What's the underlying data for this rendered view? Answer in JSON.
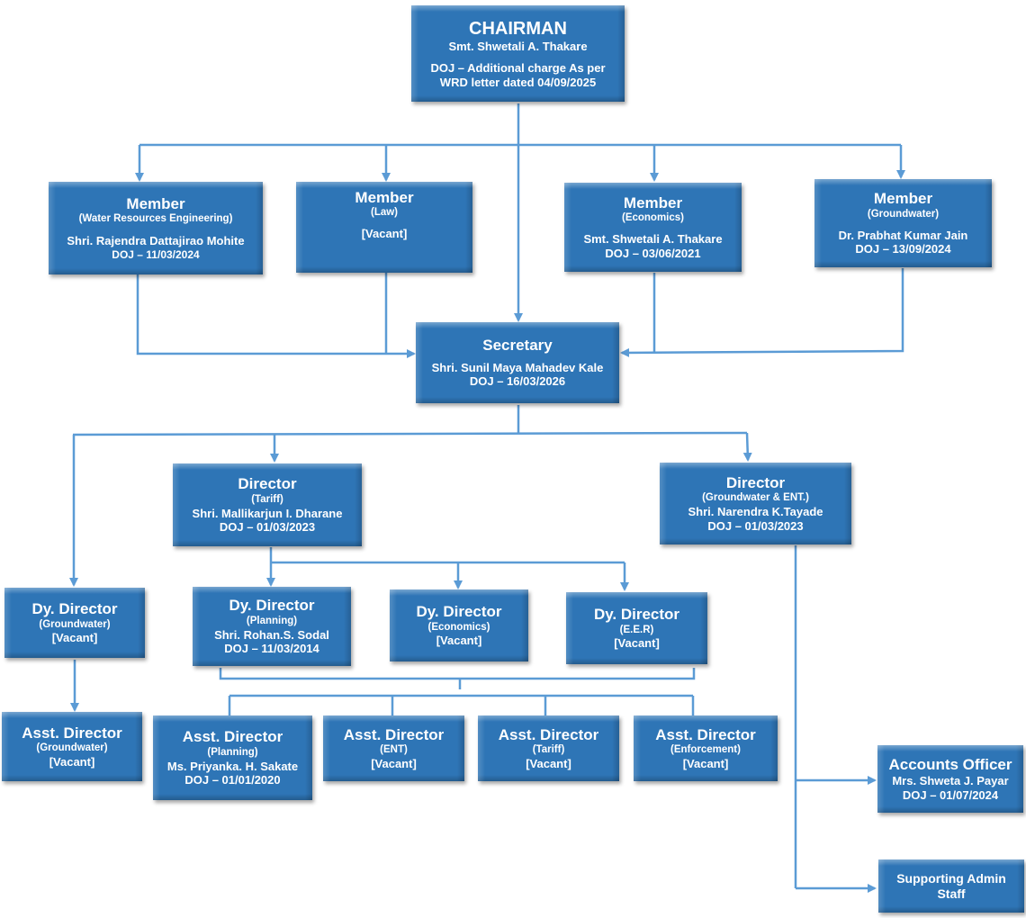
{
  "colors": {
    "box_fill": "#2E75B6",
    "connector": "#5B9BD5",
    "text": "#FFFFFF"
  },
  "chairman": {
    "title": "CHAIRMAN",
    "name": "Smt. Shwetali A. Thakare",
    "doj_line1": "DOJ – Additional charge As per",
    "doj_line2": "WRD letter dated 04/09/2025"
  },
  "members": [
    {
      "title": "Member",
      "dept": "(Water Resources Engineering)",
      "name": "Shri. Rajendra Dattajirao Mohite",
      "doj": "DOJ – 11/03/2024"
    },
    {
      "title": "Member",
      "dept": "(Law)",
      "name": "[Vacant]",
      "doj": ""
    },
    {
      "title": "Member",
      "dept": "(Economics)",
      "name": "Smt. Shwetali A. Thakare",
      "doj": "DOJ – 03/06/2021"
    },
    {
      "title": "Member",
      "dept": "(Groundwater)",
      "name": "Dr. Prabhat Kumar Jain",
      "doj": "DOJ – 13/09/2024"
    }
  ],
  "secretary": {
    "title": "Secretary",
    "name": "Shri. Sunil Maya Mahadev Kale",
    "doj": "DOJ – 16/03/2026"
  },
  "directors": [
    {
      "title": "Director",
      "dept": "(Tariff)",
      "name": "Shri. Mallikarjun I. Dharane",
      "doj": "DOJ – 01/03/2023"
    },
    {
      "title": "Director",
      "dept": "(Groundwater & ENT.)",
      "name": "Shri. Narendra K.Tayade",
      "doj": "DOJ – 01/03/2023"
    }
  ],
  "dy_directors": [
    {
      "title": "Dy. Director",
      "dept": "(Groundwater)",
      "name": "[Vacant]",
      "doj": ""
    },
    {
      "title": "Dy. Director",
      "dept": "(Planning)",
      "name": "Shri. Rohan.S. Sodal",
      "doj": "DOJ – 11/03/2014"
    },
    {
      "title": "Dy. Director",
      "dept": "(Economics)",
      "name": "[Vacant]",
      "doj": ""
    },
    {
      "title": "Dy. Director",
      "dept": "(E.E.R)",
      "name": "[Vacant]",
      "doj": ""
    }
  ],
  "asst_directors": [
    {
      "title": "Asst. Director",
      "dept": "(Groundwater)",
      "name": "[Vacant]",
      "doj": ""
    },
    {
      "title": "Asst. Director",
      "dept": "(Planning)",
      "name": "Ms. Priyanka. H. Sakate",
      "doj": "DOJ – 01/01/2020"
    },
    {
      "title": "Asst. Director",
      "dept": "(ENT)",
      "name": "[Vacant]",
      "doj": ""
    },
    {
      "title": "Asst. Director",
      "dept": "(Tariff)",
      "name": "[Vacant]",
      "doj": ""
    },
    {
      "title": "Asst. Director",
      "dept": "(Enforcement)",
      "name": "[Vacant]",
      "doj": ""
    }
  ],
  "accounts_officer": {
    "title": "Accounts Officer",
    "name": "Mrs. Shweta J. Payar",
    "doj": "DOJ – 01/07/2024"
  },
  "support_staff": {
    "line1": "Supporting Admin",
    "line2": "Staff"
  }
}
